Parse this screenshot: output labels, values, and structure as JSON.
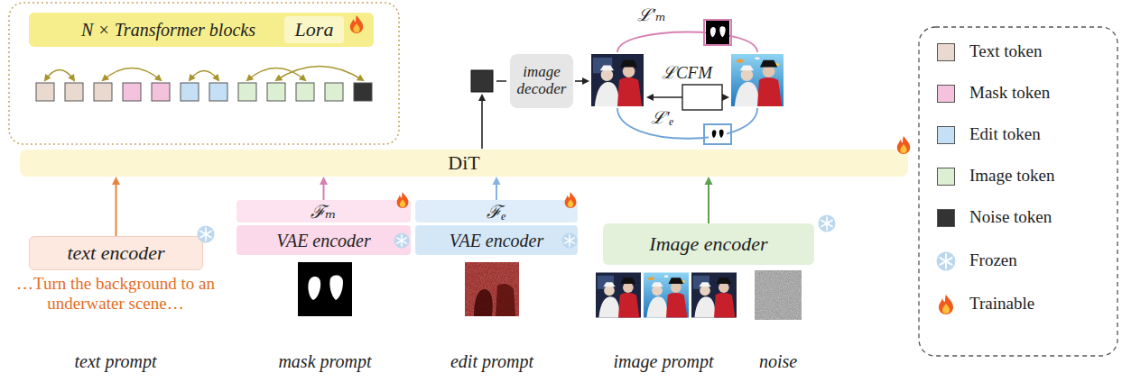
{
  "diagram": {
    "nodes": [
      {
        "text": [
          "N × Transformer blocks"
        ]
      },
      {
        "text": [
          "Lora"
        ],
        "in": 0
      },
      {
        "text": [
          "image decoder"
        ]
      },
      {
        "text": [
          "DiT"
        ]
      },
      {
        "text": [
          "text encoder"
        ]
      },
      {
        "text": [
          "ℱₘ"
        ]
      },
      {
        "text": [
          "VAE encoder"
        ]
      },
      {
        "text": [
          "ℱₑ"
        ]
      },
      {
        "text": [
          "VAE encoder"
        ]
      },
      {
        "text": [
          "Image encoder"
        ]
      }
    ],
    "edges": [
      {
        "from": 4,
        "to": 3,
        "arrow": "to"
      },
      {
        "from": 5,
        "to": 3,
        "arrow": "to"
      },
      {
        "from": 7,
        "to": 3,
        "arrow": "to"
      },
      {
        "from": 9,
        "to": 3,
        "arrow": "to"
      }
    ],
    "labels": [
      "…Turn the background to an underwater scene…",
      "text prompt",
      "mask prompt",
      "edit prompt",
      "image prompt",
      "noise",
      "ℒ′ₘ",
      "ℒCFM",
      "ℒ′ₑ"
    ],
    "legend": [
      {
        "text": "Text token",
        "color": "#ead9cf"
      },
      {
        "text": "Mask token",
        "color": "#f4c2dc"
      },
      {
        "text": "Edit token",
        "color": "#c5e0f5"
      },
      {
        "text": "Image token",
        "color": "#dcefd2"
      },
      {
        "text": "Noise token",
        "color": "#333333"
      },
      {
        "text": "Frozen"
      },
      {
        "text": "Trainable"
      }
    ]
  }
}
